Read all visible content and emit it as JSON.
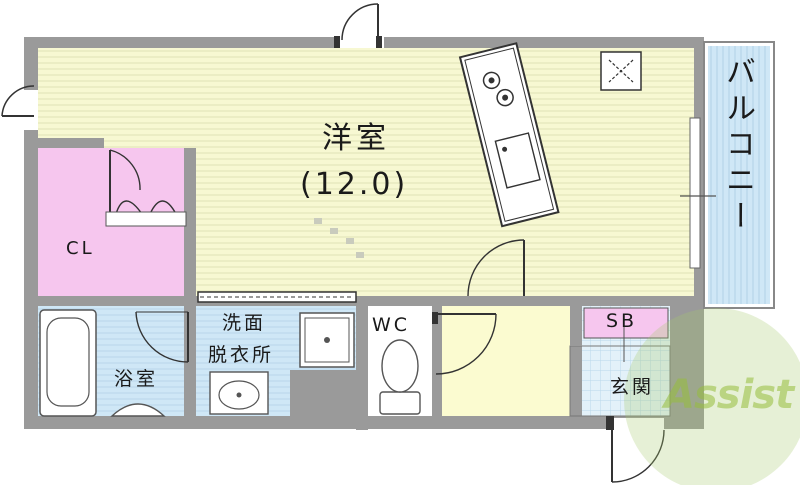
{
  "rooms": {
    "main_room": "洋室",
    "main_room_area": "(12.0)",
    "closet": "CL",
    "bath": "浴室",
    "washroom_line1": "洗面",
    "washroom_line2": "脱衣所",
    "toilet": "WC",
    "shoe_box": "SB",
    "entrance": "玄関",
    "balcony": "バルコニー"
  },
  "watermark": {
    "text": "Assist"
  },
  "colors": {
    "wall": "#9a9a9a",
    "floor_main": "#f7f8d2",
    "floor_line": "#d9dcae",
    "closet": "#f6c6ee",
    "bath": "#cfe7f6",
    "toilet_floor": "#fbfbd0",
    "balcony": "#cfe7f6",
    "watermark": "#a7c96a"
  }
}
